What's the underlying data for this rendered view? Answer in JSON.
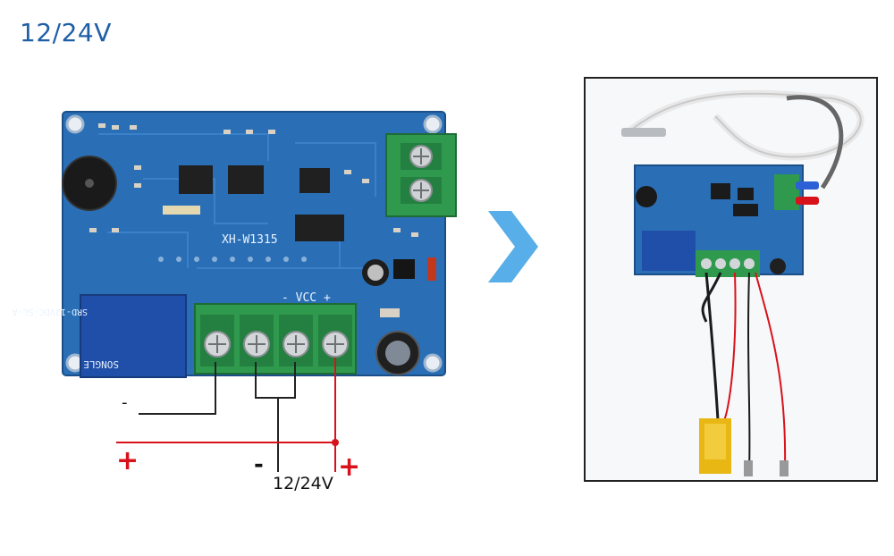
{
  "title": "12/24V",
  "board": {
    "model": "XH-W1315",
    "terminal_label": "- VCC +",
    "relay_model": "SRD-12VDC-SL-A",
    "relay_brand": "SONGLE"
  },
  "wiring": {
    "minus_symbol": "-",
    "voltage_label": "12/24V",
    "plus_left": "+",
    "minus_mid": "-",
    "plus_right": "+"
  },
  "icons": {
    "arrow": "chevron-right-icon"
  },
  "colors": {
    "title": "#1f5fa8",
    "pcb": "#2a6fb6",
    "terminal": "#2f9a4e",
    "positive_wire": "#d8121b",
    "chevron": "#58aee8"
  }
}
